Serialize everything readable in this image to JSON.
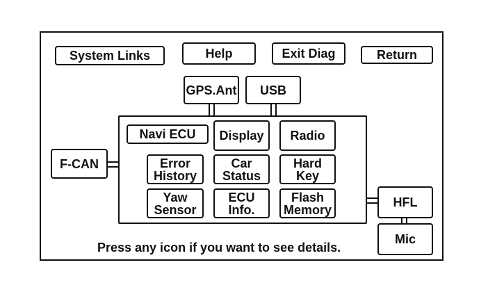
{
  "top_buttons": {
    "system_links": "System Links",
    "help": "Help",
    "exit_diag": "Exit Diag",
    "return": "Return"
  },
  "devices": {
    "gps_ant": "GPS.Ant",
    "usb": "USB",
    "f_can": "F-CAN",
    "hfl": "HFL",
    "mic": "Mic"
  },
  "panel": {
    "navi_ecu": "Navi ECU",
    "display": "Display",
    "radio": "Radio",
    "error_history": "Error\nHistory",
    "car_status": "Car\nStatus",
    "hard_key": "Hard\nKey",
    "yaw_sensor": "Yaw\nSensor",
    "ecu_info": "ECU\nInfo.",
    "flash_memory": "Flash\nMemory"
  },
  "hint_text": "Press any icon if you want to see details."
}
